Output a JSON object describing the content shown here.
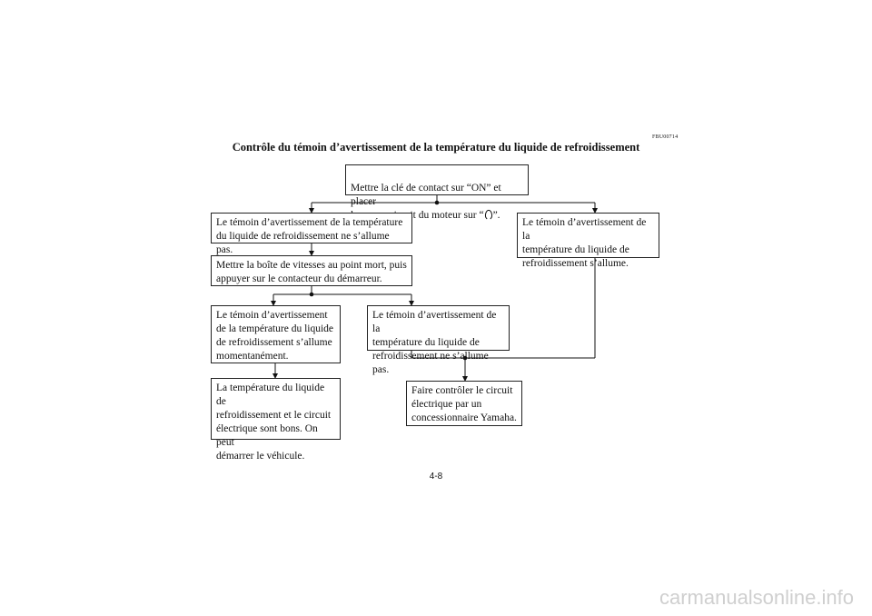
{
  "doc_code": "FBU00714",
  "title": "Contrôle du témoin d’avertissement de la température du liquide de refroidissement",
  "boxes": {
    "start_pre": "Mettre la clé de contact sur “ON” et placer\nle coupe-circuit du moteur sur “",
    "start_post": "”.",
    "start_icon": "engine-stop-switch-run-symbol",
    "no_light": "Le témoin d’avertissement de la température\ndu liquide de refroidissement ne s’allume pas.",
    "lights": "Le témoin d’avertissement de la\ntempérature du liquide de\nrefroidissement s’allume.",
    "neutral": "Mettre la boîte de vitesses au point mort, puis\nappuyer sur le contacteur du démarreur.",
    "momentary": "Le témoin d’avertissement\nde la température du liquide\nde refroidissement s’allume\nmomentanément.",
    "no_light2": "Le témoin d’avertissement de la\ntempérature du liquide de\nrefroidissement ne s’allume pas.",
    "good": "La température du liquide de\nrefroidissement et le circuit\nélectrique sont bons. On peut\ndémarrer le véhicule.",
    "dealer": "Faire contrôler le circuit\nélectrique par un\nconcessionnaire Yamaha."
  },
  "page_number": "4-8",
  "watermark": "carmanualsonline.info"
}
